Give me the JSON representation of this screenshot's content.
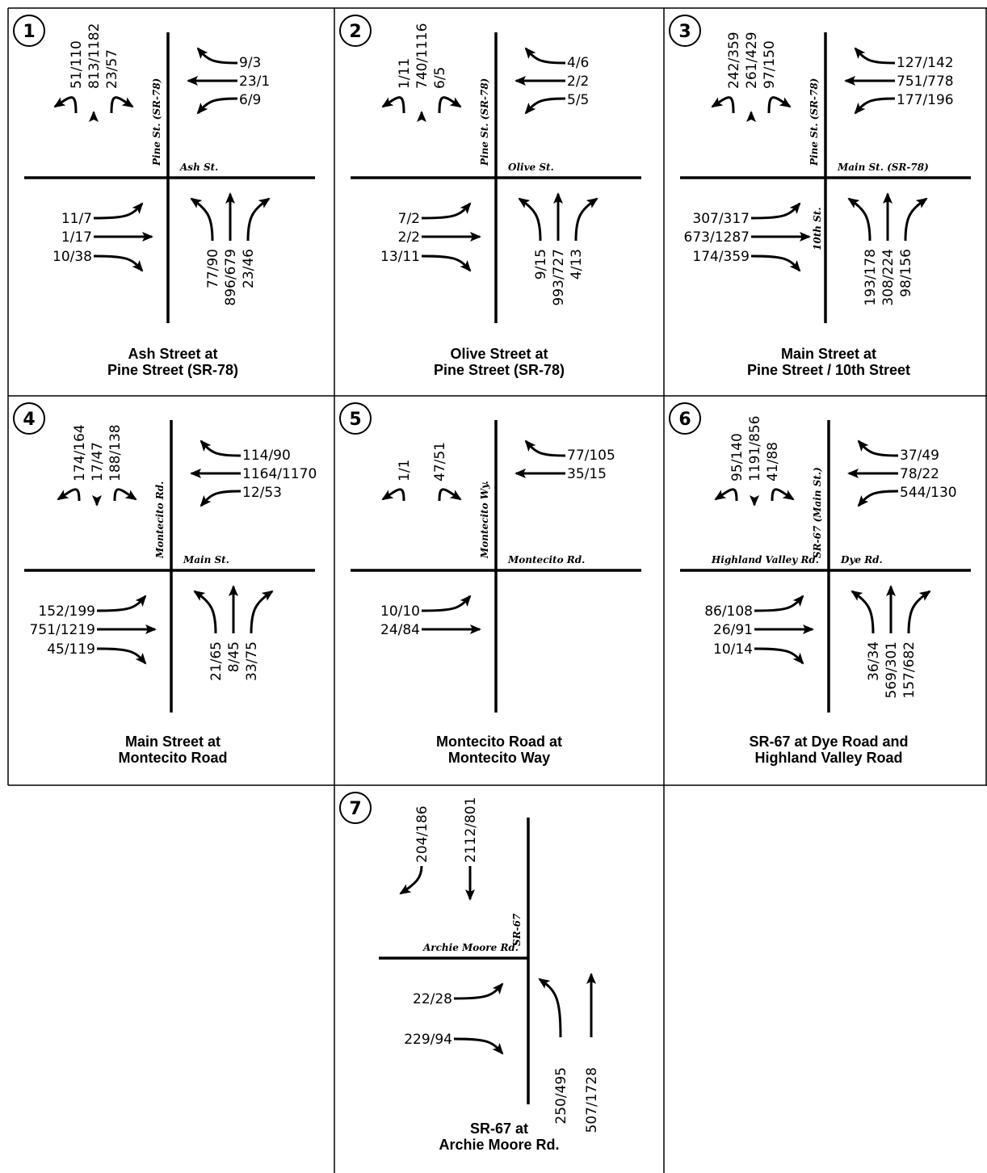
{
  "intersections": [
    {
      "num": "1",
      "caption": [
        "Ash Street at",
        "Pine Street (SR-78)"
      ],
      "road_ns": "Pine St. (SR-78)",
      "road_ew": "Ash St.",
      "sb": [
        "51/110",
        "813/1182",
        "23/57"
      ],
      "wb": [
        "9/3",
        "23/1",
        "6/9"
      ],
      "eb": [
        "11/7",
        "1/17",
        "10/38"
      ],
      "nb": [
        "77/90",
        "896/679",
        "23/46"
      ]
    },
    {
      "num": "2",
      "caption": [
        "Olive Street at",
        "Pine Street (SR-78)"
      ],
      "road_ns": "Pine St. (SR-78)",
      "road_ew": "Olive St.",
      "sb": [
        "1/11",
        "740/1116",
        "6/5"
      ],
      "wb": [
        "4/6",
        "2/2",
        "5/5"
      ],
      "eb": [
        "7/2",
        "2/2",
        "13/11"
      ],
      "nb": [
        "9/15",
        "993/727",
        "4/13"
      ]
    },
    {
      "num": "3",
      "caption": [
        "Main Street at",
        "Pine Street / 10th Street"
      ],
      "road_ns": "Pine St. (SR-78)",
      "road_ew": "Main St. (SR-78)",
      "road_south": "10th St.",
      "sb": [
        "242/359",
        "261/429",
        "97/150"
      ],
      "wb": [
        "127/142",
        "751/778",
        "177/196"
      ],
      "eb": [
        "307/317",
        "673/1287",
        "174/359"
      ],
      "nb": [
        "193/178",
        "308/224",
        "98/156"
      ]
    },
    {
      "num": "4",
      "caption": [
        "Main Street at",
        "Montecito Road"
      ],
      "road_ns": "Montecito Rd.",
      "road_ew": "Main St.",
      "sb": [
        "174/164",
        "17/47",
        "188/138"
      ],
      "wb": [
        "114/90",
        "1164/1170",
        "12/53"
      ],
      "eb": [
        "152/199",
        "751/1219",
        "45/119"
      ],
      "nb": [
        "21/65",
        "8/45",
        "33/75"
      ]
    },
    {
      "num": "5",
      "caption": [
        "Montecito Road at",
        "Montecito Way"
      ],
      "road_ns": "Montecito Wy.",
      "road_ew": "Montecito Rd.",
      "sb": [
        "1/1",
        null,
        "47/51"
      ],
      "wb": [
        "77/105",
        "35/15",
        null
      ],
      "eb": [
        "10/10",
        "24/84",
        null
      ],
      "nb": [
        null,
        null,
        null
      ]
    },
    {
      "num": "6",
      "caption": [
        "SR-67 at Dye Road and",
        "Highland Valley Road"
      ],
      "road_ns": "SR-67 (Main St.)",
      "road_ew": "Dye Rd.",
      "road_west": "Highland Valley Rd.",
      "sb": [
        "95/140",
        "1191/856",
        "41/88"
      ],
      "wb": [
        "37/49",
        "78/22",
        "544/130"
      ],
      "eb": [
        "86/108",
        "26/91",
        "10/14"
      ],
      "nb": [
        "36/34",
        "569/301",
        "157/682"
      ]
    },
    {
      "num": "7",
      "caption": [
        "SR-67 at",
        "Archie Moore Rd."
      ],
      "road_ns": "SR-67",
      "road_west": "Archie Moore Rd.",
      "sb": [
        "204/186",
        "2112/801",
        null
      ],
      "eb": [
        "22/28",
        null,
        "229/94"
      ],
      "nb": [
        "250/495",
        "507/1728",
        null
      ]
    }
  ]
}
